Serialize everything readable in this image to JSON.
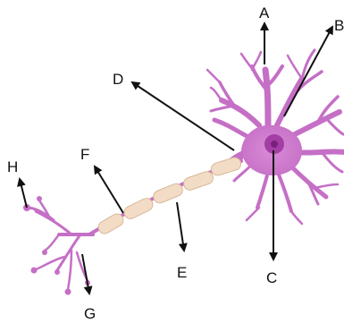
{
  "diagram": {
    "subject": "neuron",
    "labels": [
      "A",
      "B",
      "C",
      "D",
      "E",
      "F",
      "G",
      "H"
    ]
  },
  "colors": {
    "cell_body": "#c56fc6",
    "cell_body_light": "#d98ad6",
    "nucleus": "#a33ea4",
    "nucleolus": "#7a1f7e",
    "myelin": "#f3dcc6",
    "myelin_edge": "#d9b896",
    "arrow": "#111111"
  }
}
